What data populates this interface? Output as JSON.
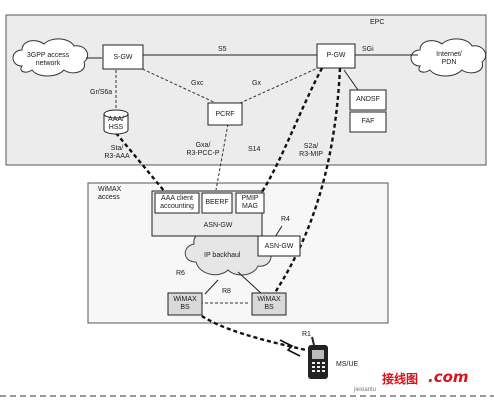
{
  "labels": {
    "epc": "EPC",
    "net3gpp_1": "3GPP access",
    "net3gpp_2": "network",
    "sgw": "S-GW",
    "s5": "S5",
    "pgw": "P-GW",
    "sgi": "SGi",
    "internet": "Internet/",
    "pdn": "PDN",
    "gxc": "Gxc",
    "gx": "Gx",
    "grs6a": "Gr/S6a",
    "pcrf": "PCRF",
    "andsf": "ANDSF",
    "faf": "FAF",
    "aaa": "AAA/",
    "hss": "HSS",
    "gxa": "Gxa/",
    "r3pccp": "R3-PCC-P",
    "s14": "S14",
    "s2a": "S2a/",
    "r3mip": "R3-MIP",
    "sta": "Sta/",
    "r3aaa": "R3-AAA",
    "wimax": "WiMAX",
    "access": "access",
    "aaaclient": "AAA client",
    "accounting": "accounting",
    "beerf": "BEERF",
    "pmip": "PMIP",
    "mag": "MAG",
    "asngw1": "ASN-GW",
    "r4": "R4",
    "asngw2": "ASN-GW",
    "ipbackhaul": "IP backhaul",
    "r6": "R6",
    "r8": "R8",
    "bs1_1": "WiMAX",
    "bs1_2": "BS",
    "bs2_1": "WiMAX",
    "bs2_2": "BS",
    "r1": "R1",
    "msue": "MS/UE"
  },
  "watermark": {
    "brand": "接线图",
    "domain": ".com",
    "url": "jiexiantu"
  }
}
